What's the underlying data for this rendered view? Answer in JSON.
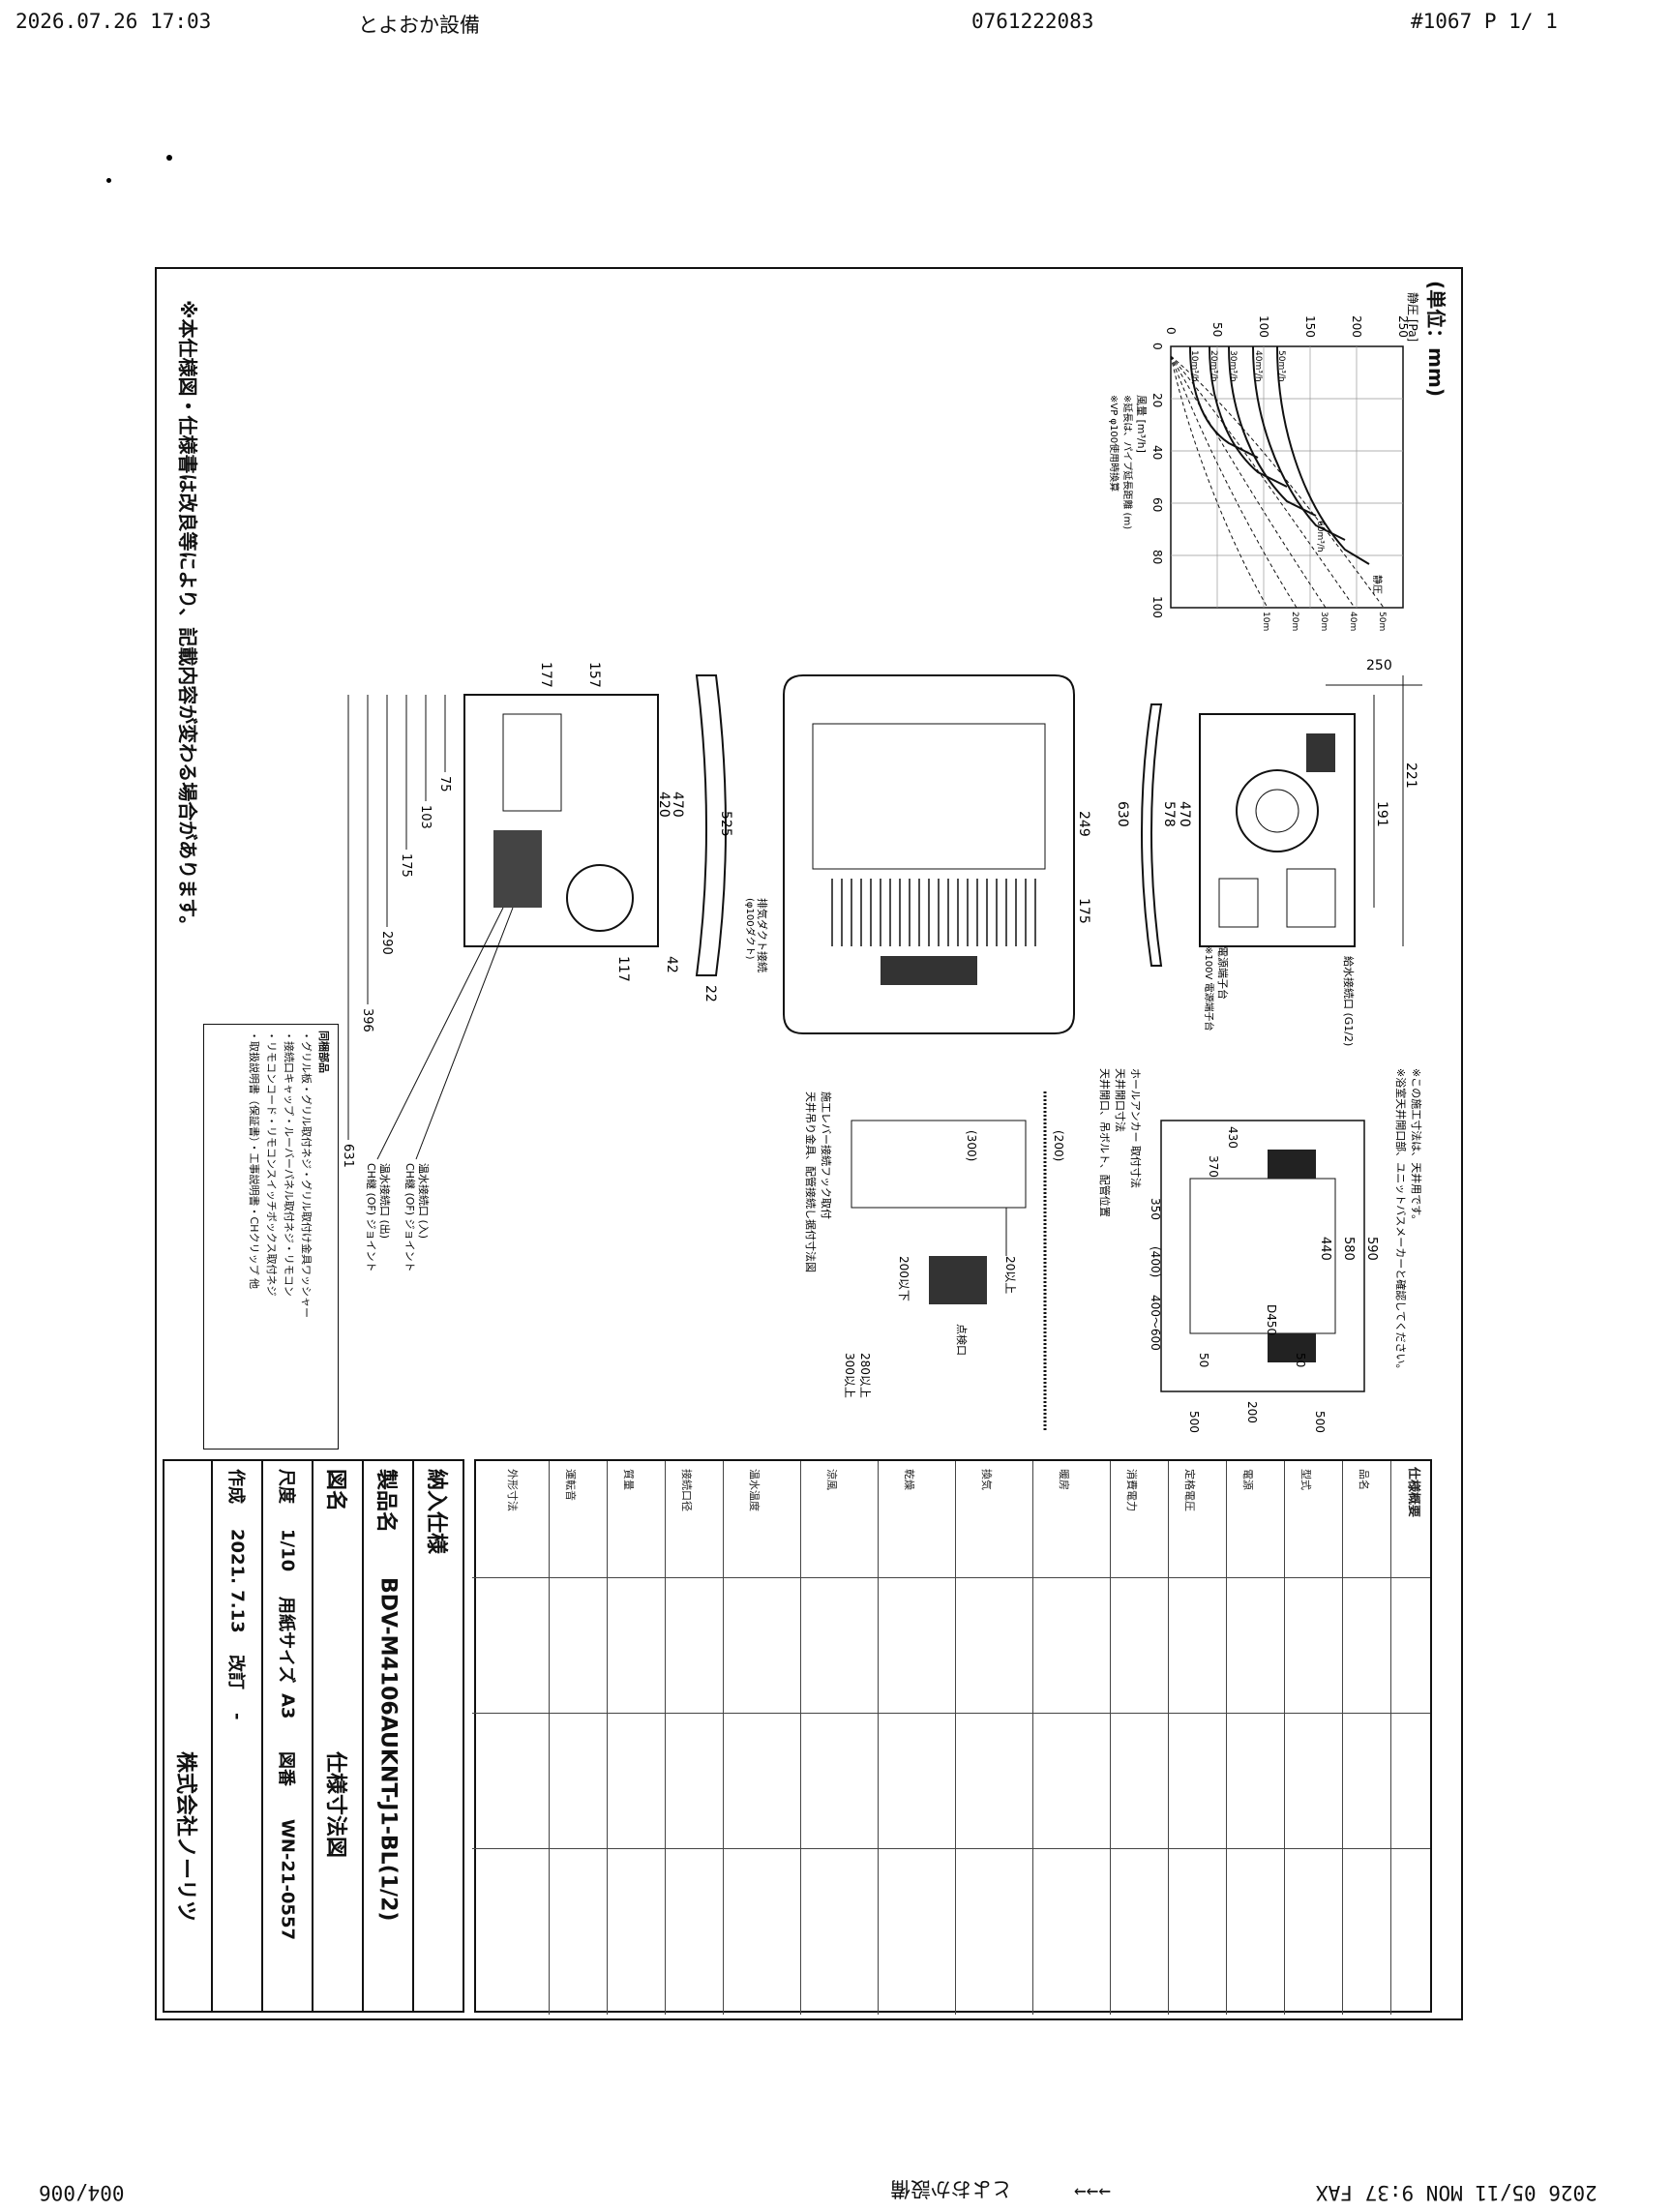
{
  "fax_header": {
    "datetime": "2026.07.26 17:03",
    "sender": "とよおか設備",
    "phone": "0761222083",
    "page": "#1067 P  1/ 1"
  },
  "fax_footer": {
    "datetime": "2026 05/11 MON 9:37 FAX",
    "arrow": "→→→",
    "dest": "とよおか設備",
    "page": "004/006"
  },
  "drawing": {
    "unit": "(単位：mm)",
    "notes": {
      "bottom": "※本仕様図・仕様書は改良等により、記載内容が変わる場合があります。",
      "install_top": "※この施工寸法は、天井用です。",
      "install_top2": "※浴室天井開口部、ユニットバスメーカーと確認してください。"
    },
    "chart": {
      "ylabel": "静圧 [Pa]",
      "xlabel": "風量 [m³/h]",
      "xlabel2": "※延長は、パイプ延長距離 (m)",
      "xlabel3": "※VP φ100使用時換算",
      "yticks": [
        "0",
        "50",
        "100",
        "150",
        "200",
        "250"
      ],
      "xticks": [
        "0",
        "20",
        "40",
        "60",
        "80",
        "100"
      ],
      "curve_label": "静圧",
      "line_labels": [
        "10m",
        "20m",
        "30m",
        "40m",
        "50m"
      ],
      "curve_labels": [
        "10m³/h",
        "20m³/h",
        "30m³/h",
        "40m³/h",
        "50m³/h",
        "60m³/h"
      ]
    },
    "dims_top": {
      "d250": "250",
      "d221": "221",
      "d191": "191",
      "d470": "470",
      "d578": "578",
      "d630": "630",
      "d249": "249",
      "d175": "175",
      "label_supply": "給水接続口 (G1/2)",
      "label_elec": "電源端子台",
      "label_elec2": "※100V 電源端子台",
      "label_duct": "排気ダクト接続",
      "label_duct2": "(φ100ダクト)"
    },
    "dims_side": {
      "d525": "525",
      "d22": "22",
      "d470": "470",
      "d420": "420",
      "d42": "42",
      "d117": "117",
      "d157": "157",
      "d177": "177",
      "d75": "75",
      "d103": "103",
      "d175": "175",
      "d290": "290",
      "d396": "396",
      "d631": "631",
      "label_in": "温水接続口 (入)",
      "label_in2": "CH継 (OF) ジョイント",
      "label_out": "温水接続口 (出)",
      "label_out2": "CH継 (OF) ジョイント"
    },
    "install": {
      "d590": "590",
      "d580": "580",
      "d440": "440",
      "d430": "430",
      "d370": "370",
      "d350": "350",
      "d400": "(400)",
      "range": "400〜600",
      "d200": "200",
      "d50a": "50",
      "d50b": "50",
      "d500a": "500",
      "d500b": "500",
      "d450": "D450",
      "label_anchor": "ホールアンカー 取付寸法",
      "label_open": "天井開口寸法",
      "label_bolt": "天井開口、吊ボルト、配管位置",
      "label_200": "(200)",
      "label_300": "(300)",
      "label_20": "20以上",
      "label_200b": "200以下",
      "label_280": "280以上",
      "label_300b": "300以上",
      "label_check": "点検口",
      "label_hook": "施工レバー接続フック取付",
      "label_hook2": "天井吊り金具、配管接続し据付寸法図"
    },
    "parts": {
      "title": "同梱部品",
      "items": [
        "・グリル板・グリル取付ネジ・グリル取付け金具ワッシャー",
        "・接続口キャップ・ルーバーパネル取付ネジ・リモコン",
        "・リモコンコード・リモコンスイッチボックス取付ネジ",
        "・取扱説明書（保証書）・工事説明書・CHクリップ 他"
      ]
    },
    "title_block": {
      "client_label": "納入仕様",
      "product_label": "製品名",
      "product": "BDV-M4106AUKNT-J1-BL(1/2)",
      "drawing_label": "図名",
      "drawing": "仕様寸法図",
      "scale_label": "尺度",
      "scale": "1/10",
      "size_label": "用紙サイズ",
      "size": "A3",
      "number_label": "図番",
      "number": "WN-21-0557",
      "date_label": "作成",
      "date": "2021. 7.13",
      "revision_label": "改訂",
      "revision": "-",
      "company": "株式会社ノーリツ"
    },
    "spec_table": {
      "title": "仕様概要",
      "rows": [
        "品名",
        "型式",
        "電源",
        "定格電圧",
        "消費電力",
        "暖房",
        "換気",
        "乾燥",
        "涼風",
        "温水温度",
        "接続口径",
        "質量",
        "運転音",
        "外形寸法"
      ]
    }
  }
}
